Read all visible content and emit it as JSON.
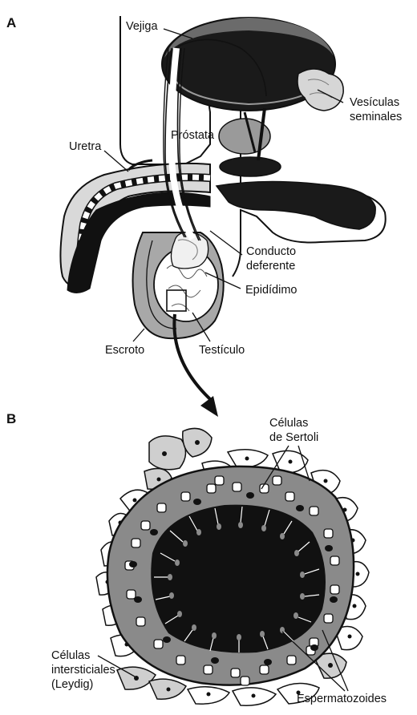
{
  "panel_a": {
    "letter": "A",
    "labels": {
      "vejiga": "Vejiga",
      "vesiculas_1": "Vesículas",
      "vesiculas_2": "seminales",
      "prostata": "Próstata",
      "uretra": "Uretra",
      "conducto_1": "Conducto",
      "conducto_2": "deferente",
      "epididimo": "Epidídimo",
      "escroto": "Escroto",
      "testiculo": "Testículo"
    }
  },
  "panel_b": {
    "letter": "B",
    "labels": {
      "sertoli_1": "Células",
      "sertoli_2": "de Sertoli",
      "leydig_1": "Células",
      "leydig_2": "intersticiales",
      "leydig_3": "(Leydig)",
      "espermatozoides": "Espermatozoides"
    }
  },
  "colors": {
    "ink": "#111111",
    "tissue_gray": "#8a8a8a",
    "light_gray": "#cfcfcf",
    "dark": "#1a1a1a",
    "paper": "#ffffff"
  }
}
